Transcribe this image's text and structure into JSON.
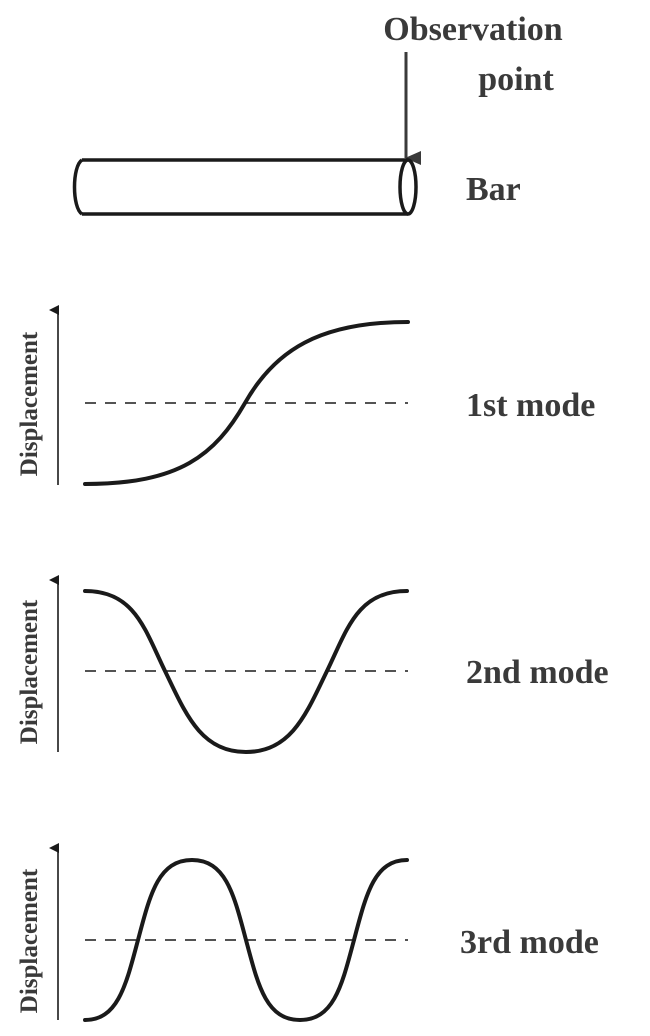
{
  "observation": {
    "line1": "Observation",
    "line2": "point"
  },
  "bar": {
    "label": "Bar"
  },
  "modes": [
    {
      "label": "1st mode",
      "axis_label": "Displacement"
    },
    {
      "label": "2nd mode",
      "axis_label": "Displacement"
    },
    {
      "label": "3rd mode",
      "axis_label": "Displacement"
    }
  ],
  "colors": {
    "text": "#3a3a3a",
    "line": "#1a1a1a"
  }
}
